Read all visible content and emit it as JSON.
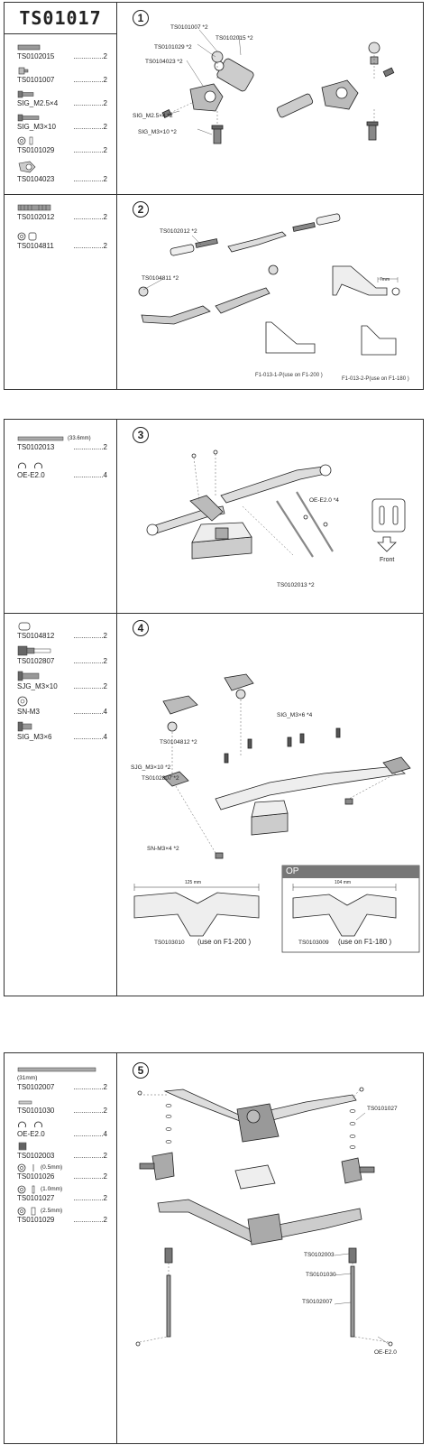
{
  "title": "TS01017",
  "panel1": {
    "step": "1",
    "parts": [
      {
        "code": "TS0102015",
        "qty": "2"
      },
      {
        "code": "TS0101007",
        "qty": "2"
      },
      {
        "code": "SIG_M2.5×4",
        "qty": "2"
      },
      {
        "code": "SIG_M3×10",
        "qty": "2"
      },
      {
        "code": "TS0101029",
        "qty": "2"
      },
      {
        "code": "TS0104023",
        "qty": "2"
      }
    ],
    "labels": {
      "a": "TS0101007 *2",
      "b": "TS0102015 *2",
      "c": "TS0101029 *2",
      "d": "TS0104023 *2",
      "e": "SIG_M2.5×4 *2",
      "f": "SIG_M3×10 *2"
    }
  },
  "panel2": {
    "step": "2",
    "parts": [
      {
        "code": "TS0102012",
        "qty": "2"
      },
      {
        "code": "TS0104811",
        "qty": "2"
      }
    ],
    "labels": {
      "a": "TS0102012 *2",
      "b": "TS0104811 *2",
      "dim": "7mm",
      "note1": "F1-013-1-P(use on F1-200 )",
      "note2": "F1-013-2-P(use on F1-180 )"
    }
  },
  "panel3": {
    "step": "3",
    "parts": [
      {
        "code": "TS0102013",
        "qty": "2",
        "note": "(33.6mm)"
      },
      {
        "code": "OE-E2.0",
        "qty": "4"
      }
    ],
    "labels": {
      "a": "OE-E2.0 *4",
      "b": "Front",
      "c": "TS0102013 *2"
    }
  },
  "panel4": {
    "step": "4",
    "parts": [
      {
        "code": "TS0104812",
        "qty": "2"
      },
      {
        "code": "TS0102807",
        "qty": "2"
      },
      {
        "code": "SJG_M3×10",
        "qty": "2"
      },
      {
        "code": "SN-M3",
        "qty": "4"
      },
      {
        "code": "SIG_M3×6",
        "qty": "4"
      }
    ],
    "labels": {
      "a": "SIG_M3×6 *4",
      "b": "TS0104812 *2",
      "c": "SJG_M3×10 *2",
      "d": "TS0102807 *2",
      "e": "SN-M3×4 *2",
      "dim1": "125 mm",
      "dim2": "104 mm",
      "plate1": "TS0103010",
      "plate1use": "(use on F1-200 )",
      "plate2": "TS0103009",
      "plate2use": "(use on  F1-180 )",
      "op": "OP"
    }
  },
  "panel5": {
    "step": "5",
    "parts": [
      {
        "code": "TS0102007",
        "qty": "2",
        "note": "(31mm)"
      },
      {
        "code": "TS0101030",
        "qty": "2"
      },
      {
        "code": "OE-E2.0",
        "qty": "4"
      },
      {
        "code": "TS0102003",
        "qty": "2"
      },
      {
        "code": "TS0101026",
        "qty": "2",
        "note": "(0.5mm)"
      },
      {
        "code": "TS0101027",
        "qty": "2",
        "note": "(1.0mm)"
      },
      {
        "code": "TS0101029",
        "qty": "2",
        "note": "(2.5mm)"
      }
    ],
    "labels": {
      "a": "TS0101027",
      "b": "TS0102003",
      "c": "TS0101030",
      "d": "TS0102007",
      "e": "OE-E2.0"
    }
  }
}
